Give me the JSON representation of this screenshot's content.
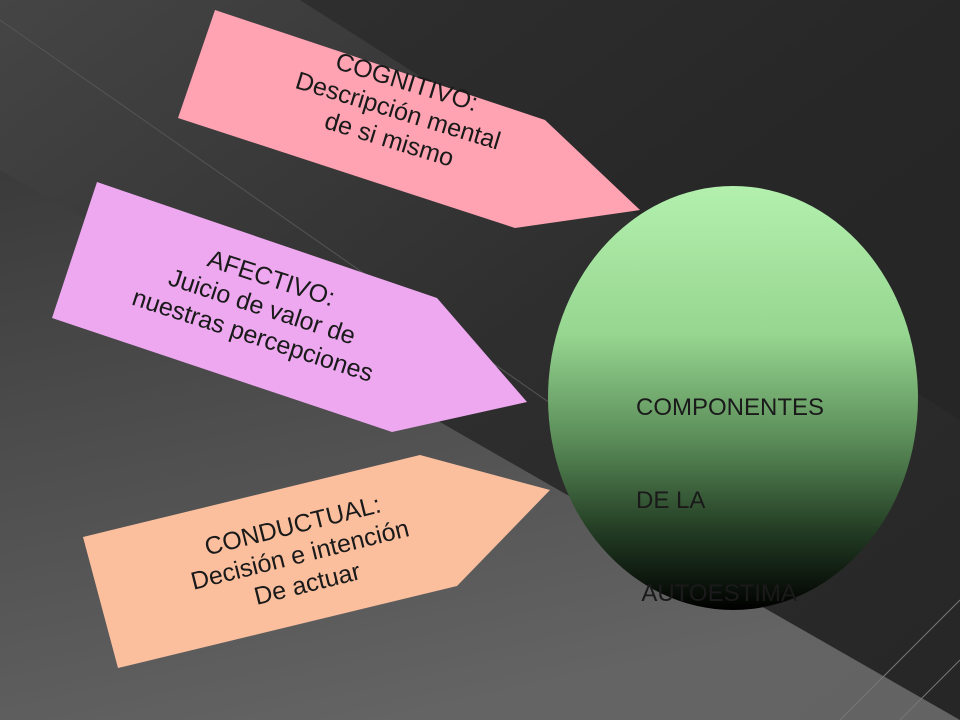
{
  "background": {
    "base": "#3a3a3a",
    "light": "#6e6e6e",
    "dark": "#202020"
  },
  "cognitivo": {
    "color": "#ffa3b3",
    "lines": [
      "COGNITIVO:",
      "Descripción mental",
      "de si mismo"
    ]
  },
  "afectivo": {
    "color": "#eda8f0",
    "lines": [
      "AFECTIVO:",
      "Juicio de valor de",
      "nuestras percepciones"
    ]
  },
  "conductual": {
    "color": "#fbbf9e",
    "lines": [
      "CONDUCTUAL:",
      "Decisión e intención",
      "De actuar"
    ]
  },
  "center": {
    "color_top": "#b3f0ae",
    "color_bottom": "#000000",
    "lines": [
      "COMPONENTES",
      "DE LA",
      " AUTOESTIMA"
    ]
  }
}
